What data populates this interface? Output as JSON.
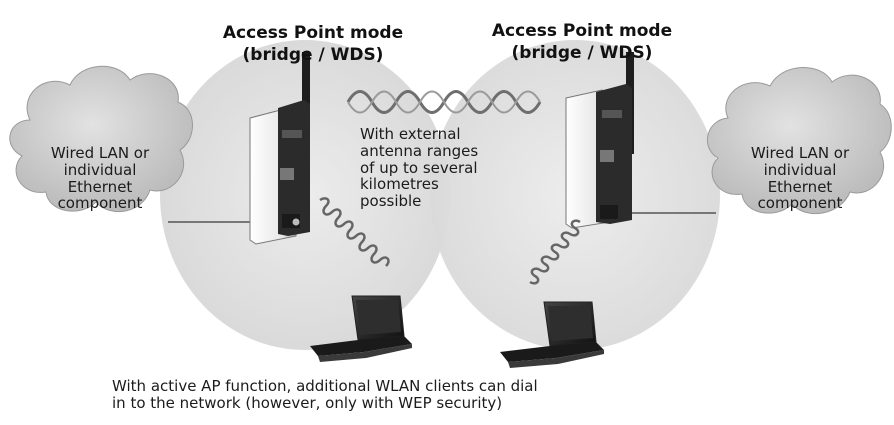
{
  "left_node": {
    "mode_title": "Access Point mode",
    "mode_sub": "(bridge / WDS)"
  },
  "right_node": {
    "mode_title": "Access Point mode",
    "mode_sub": "(bridge / WDS)"
  },
  "left_cloud": {
    "lines": [
      "Wired LAN or",
      "individual",
      "Ethernet",
      "component"
    ]
  },
  "right_cloud": {
    "lines": [
      "Wired LAN or",
      "individual",
      "Ethernet",
      "component"
    ]
  },
  "range_note": {
    "lines": [
      "With external",
      "antenna ranges",
      "of up to several",
      "kilometres",
      "possible"
    ]
  },
  "caption": {
    "lines": [
      "With active AP function, additional WLAN clients can dial",
      "in to the network (however, only with WEP security)"
    ]
  },
  "colors": {
    "coverage_fill": "#e4e4e4",
    "cloud_fill": "#d2d2d2",
    "device_body": "#f2f2f2",
    "device_dark": "#2b2b2b",
    "wave": "#6e6e6e"
  },
  "icons": [
    "coverage-area",
    "cloud",
    "access-point-device",
    "antenna",
    "laptop",
    "radio-link-spiral"
  ]
}
